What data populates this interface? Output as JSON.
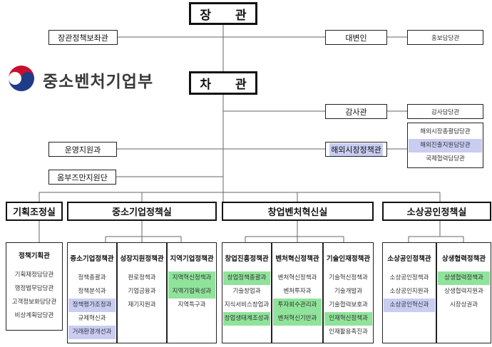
{
  "logo": {
    "text": "중소벤처기업부"
  },
  "minister": "장 관",
  "vice_minister": "차 관",
  "minister_staff": {
    "policy_advisor": "장관정책보좌관",
    "spokesperson": "대변인",
    "pr_officer": "홍보담당관"
  },
  "vice_staff": {
    "audit": "감사관",
    "audit_officer": "감사담당관",
    "operations": "운영지원과",
    "ombudsman": "옴부즈만지원단",
    "overseas_market": "해외시장정책관",
    "overseas_units": [
      "해외시장총괄담당관",
      "해외진출지원담당관",
      "국제협력담당관"
    ]
  },
  "divisions": {
    "planning": "기획조정실",
    "sme_policy": "중소기업정책실",
    "venture": "창업벤처혁신실",
    "small_biz": "소상공인정책실"
  },
  "departments": [
    {
      "head": "정책기획관",
      "items": [
        "기획재정담당관",
        "행정법무담당관",
        "고객정보화담당관",
        "비상계획담당관"
      ]
    },
    {
      "head": "중소기업정책관",
      "items": [
        "정책총괄과",
        "정책분석과",
        "정책평가조정과",
        "규제혁신과",
        "거래환경개선과"
      ]
    },
    {
      "head": "성장지원정책관",
      "items": [
        "판로정책과",
        "기업금융과",
        "재기지원과"
      ]
    },
    {
      "head": "지역기업정책관",
      "items": [
        "지역혁신정책과",
        "지역기업육성과",
        "지역특구과"
      ]
    },
    {
      "head": "창업진흥정책관",
      "items": [
        "창업정책총괄과",
        "기술창업과",
        "지식서비스창업과",
        "창업생태계조성과"
      ]
    },
    {
      "head": "벤처혁신정책관",
      "items": [
        "벤처혁신정책과",
        "벤처투자과",
        "투자회수관리과",
        "벤처혁신기반과"
      ]
    },
    {
      "head": "기술인재정책관",
      "items": [
        "기술혁신정책과",
        "기술개발과",
        "기술협력보호과",
        "인재혁신정책과",
        "인재활용촉진과"
      ]
    },
    {
      "head": "소상공인정책관",
      "items": [
        "소상공인정책과",
        "소상공인지원과",
        "소상공인혁신과"
      ]
    },
    {
      "head": "상생협력정책관",
      "items": [
        "상생협력정책과",
        "상생협력지원과",
        "시장상권과"
      ]
    }
  ],
  "colors": {
    "highlight_green": "#8fe39a",
    "highlight_blue": "#c9cdf2",
    "logo_red": "#c8102e",
    "logo_blue": "#1f3c88"
  }
}
